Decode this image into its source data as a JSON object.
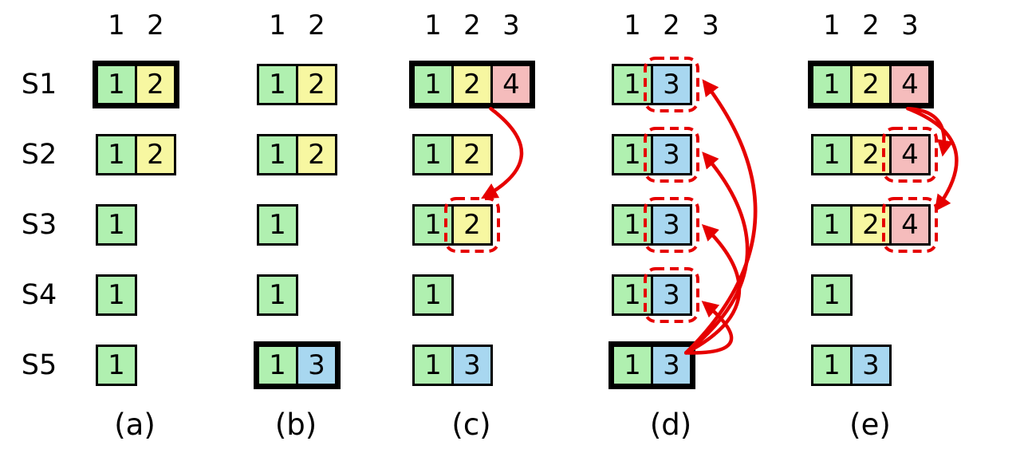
{
  "figure": {
    "row_labels": [
      "S1",
      "S2",
      "S3",
      "S4",
      "S5"
    ],
    "colors": {
      "term1": "#b0f0b0",
      "term2": "#f7f7a1",
      "term3": "#a8d7f0",
      "term4": "#f5bcbc",
      "highlight": "#e60000",
      "border": "#000000"
    },
    "panels": [
      {
        "label": "(a)",
        "columns": [
          "1",
          "2"
        ],
        "rows": [
          {
            "leader": true,
            "entries": [
              {
                "term": "1"
              },
              {
                "term": "2"
              }
            ]
          },
          {
            "leader": false,
            "entries": [
              {
                "term": "1"
              },
              {
                "term": "2"
              }
            ]
          },
          {
            "leader": false,
            "entries": [
              {
                "term": "1"
              }
            ]
          },
          {
            "leader": false,
            "entries": [
              {
                "term": "1"
              }
            ]
          },
          {
            "leader": false,
            "entries": [
              {
                "term": "1"
              }
            ]
          }
        ],
        "arrows": []
      },
      {
        "label": "(b)",
        "columns": [
          "1",
          "2"
        ],
        "rows": [
          {
            "leader": false,
            "entries": [
              {
                "term": "1"
              },
              {
                "term": "2"
              }
            ]
          },
          {
            "leader": false,
            "entries": [
              {
                "term": "1"
              },
              {
                "term": "2"
              }
            ]
          },
          {
            "leader": false,
            "entries": [
              {
                "term": "1"
              }
            ]
          },
          {
            "leader": false,
            "entries": [
              {
                "term": "1"
              }
            ]
          },
          {
            "leader": true,
            "entries": [
              {
                "term": "1"
              },
              {
                "term": "3"
              }
            ]
          }
        ],
        "arrows": []
      },
      {
        "label": "(c)",
        "columns": [
          "1",
          "2",
          "3"
        ],
        "rows": [
          {
            "leader": true,
            "entries": [
              {
                "term": "1"
              },
              {
                "term": "2"
              },
              {
                "term": "4"
              }
            ]
          },
          {
            "leader": false,
            "entries": [
              {
                "term": "1"
              },
              {
                "term": "2"
              }
            ]
          },
          {
            "leader": false,
            "entries": [
              {
                "term": "1"
              },
              {
                "term": "2",
                "dashed": true
              }
            ]
          },
          {
            "leader": false,
            "entries": [
              {
                "term": "1"
              }
            ]
          },
          {
            "leader": false,
            "entries": [
              {
                "term": "1"
              },
              {
                "term": "3"
              }
            ]
          }
        ],
        "arrows": [
          {
            "from": {
              "row": 0,
              "col": 1,
              "ax": 0.95,
              "ay": 1.08
            },
            "to": {
              "row": 2,
              "col": 1,
              "ax": 0.8,
              "ay": -0.18
            },
            "bow": -85
          }
        ]
      },
      {
        "label": "(d)",
        "columns": [
          "1",
          "2",
          "3"
        ],
        "rows": [
          {
            "leader": false,
            "entries": [
              {
                "term": "1"
              },
              {
                "term": "3",
                "dashed": true
              }
            ]
          },
          {
            "leader": false,
            "entries": [
              {
                "term": "1"
              },
              {
                "term": "3",
                "dashed": true
              }
            ]
          },
          {
            "leader": false,
            "entries": [
              {
                "term": "1"
              },
              {
                "term": "3",
                "dashed": true
              }
            ]
          },
          {
            "leader": false,
            "entries": [
              {
                "term": "1"
              },
              {
                "term": "3",
                "dashed": true
              }
            ]
          },
          {
            "leader": true,
            "entries": [
              {
                "term": "1"
              },
              {
                "term": "3"
              }
            ]
          }
        ],
        "arrows": [
          {
            "from": {
              "row": 4,
              "col": 1,
              "ax": 0.85,
              "ay": 0.2
            },
            "to": {
              "row": 0,
              "col": 1,
              "ax": 1.3,
              "ay": 0.45
            },
            "bow": 150
          },
          {
            "from": {
              "row": 4,
              "col": 1,
              "ax": 0.85,
              "ay": 0.2
            },
            "to": {
              "row": 1,
              "col": 1,
              "ax": 1.3,
              "ay": 0.5
            },
            "bow": 130
          },
          {
            "from": {
              "row": 4,
              "col": 1,
              "ax": 0.85,
              "ay": 0.2
            },
            "to": {
              "row": 2,
              "col": 1,
              "ax": 1.3,
              "ay": 0.55
            },
            "bow": 110
          },
          {
            "from": {
              "row": 4,
              "col": 1,
              "ax": 0.85,
              "ay": 0.2
            },
            "to": {
              "row": 3,
              "col": 1,
              "ax": 1.3,
              "ay": 0.7
            },
            "bow": 95
          }
        ]
      },
      {
        "label": "(e)",
        "columns": [
          "1",
          "2",
          "3"
        ],
        "rows": [
          {
            "leader": true,
            "entries": [
              {
                "term": "1"
              },
              {
                "term": "2"
              },
              {
                "term": "4"
              }
            ]
          },
          {
            "leader": false,
            "entries": [
              {
                "term": "1"
              },
              {
                "term": "2"
              },
              {
                "term": "4",
                "dashed": true
              }
            ]
          },
          {
            "leader": false,
            "entries": [
              {
                "term": "1"
              },
              {
                "term": "2"
              },
              {
                "term": "4",
                "dashed": true
              }
            ]
          },
          {
            "leader": false,
            "entries": [
              {
                "term": "1"
              }
            ]
          },
          {
            "leader": false,
            "entries": [
              {
                "term": "1"
              },
              {
                "term": "3"
              }
            ]
          }
        ],
        "arrows": [
          {
            "from": {
              "row": 0,
              "col": 2,
              "ax": 0.45,
              "ay": 1.08
            },
            "to": {
              "row": 1,
              "col": 2,
              "ax": 1.3,
              "ay": 0.45
            },
            "bow": -40
          },
          {
            "from": {
              "row": 0,
              "col": 2,
              "ax": 0.45,
              "ay": 1.08
            },
            "to": {
              "row": 2,
              "col": 2,
              "ax": 1.15,
              "ay": 0.1
            },
            "bow": -85
          }
        ]
      }
    ]
  }
}
